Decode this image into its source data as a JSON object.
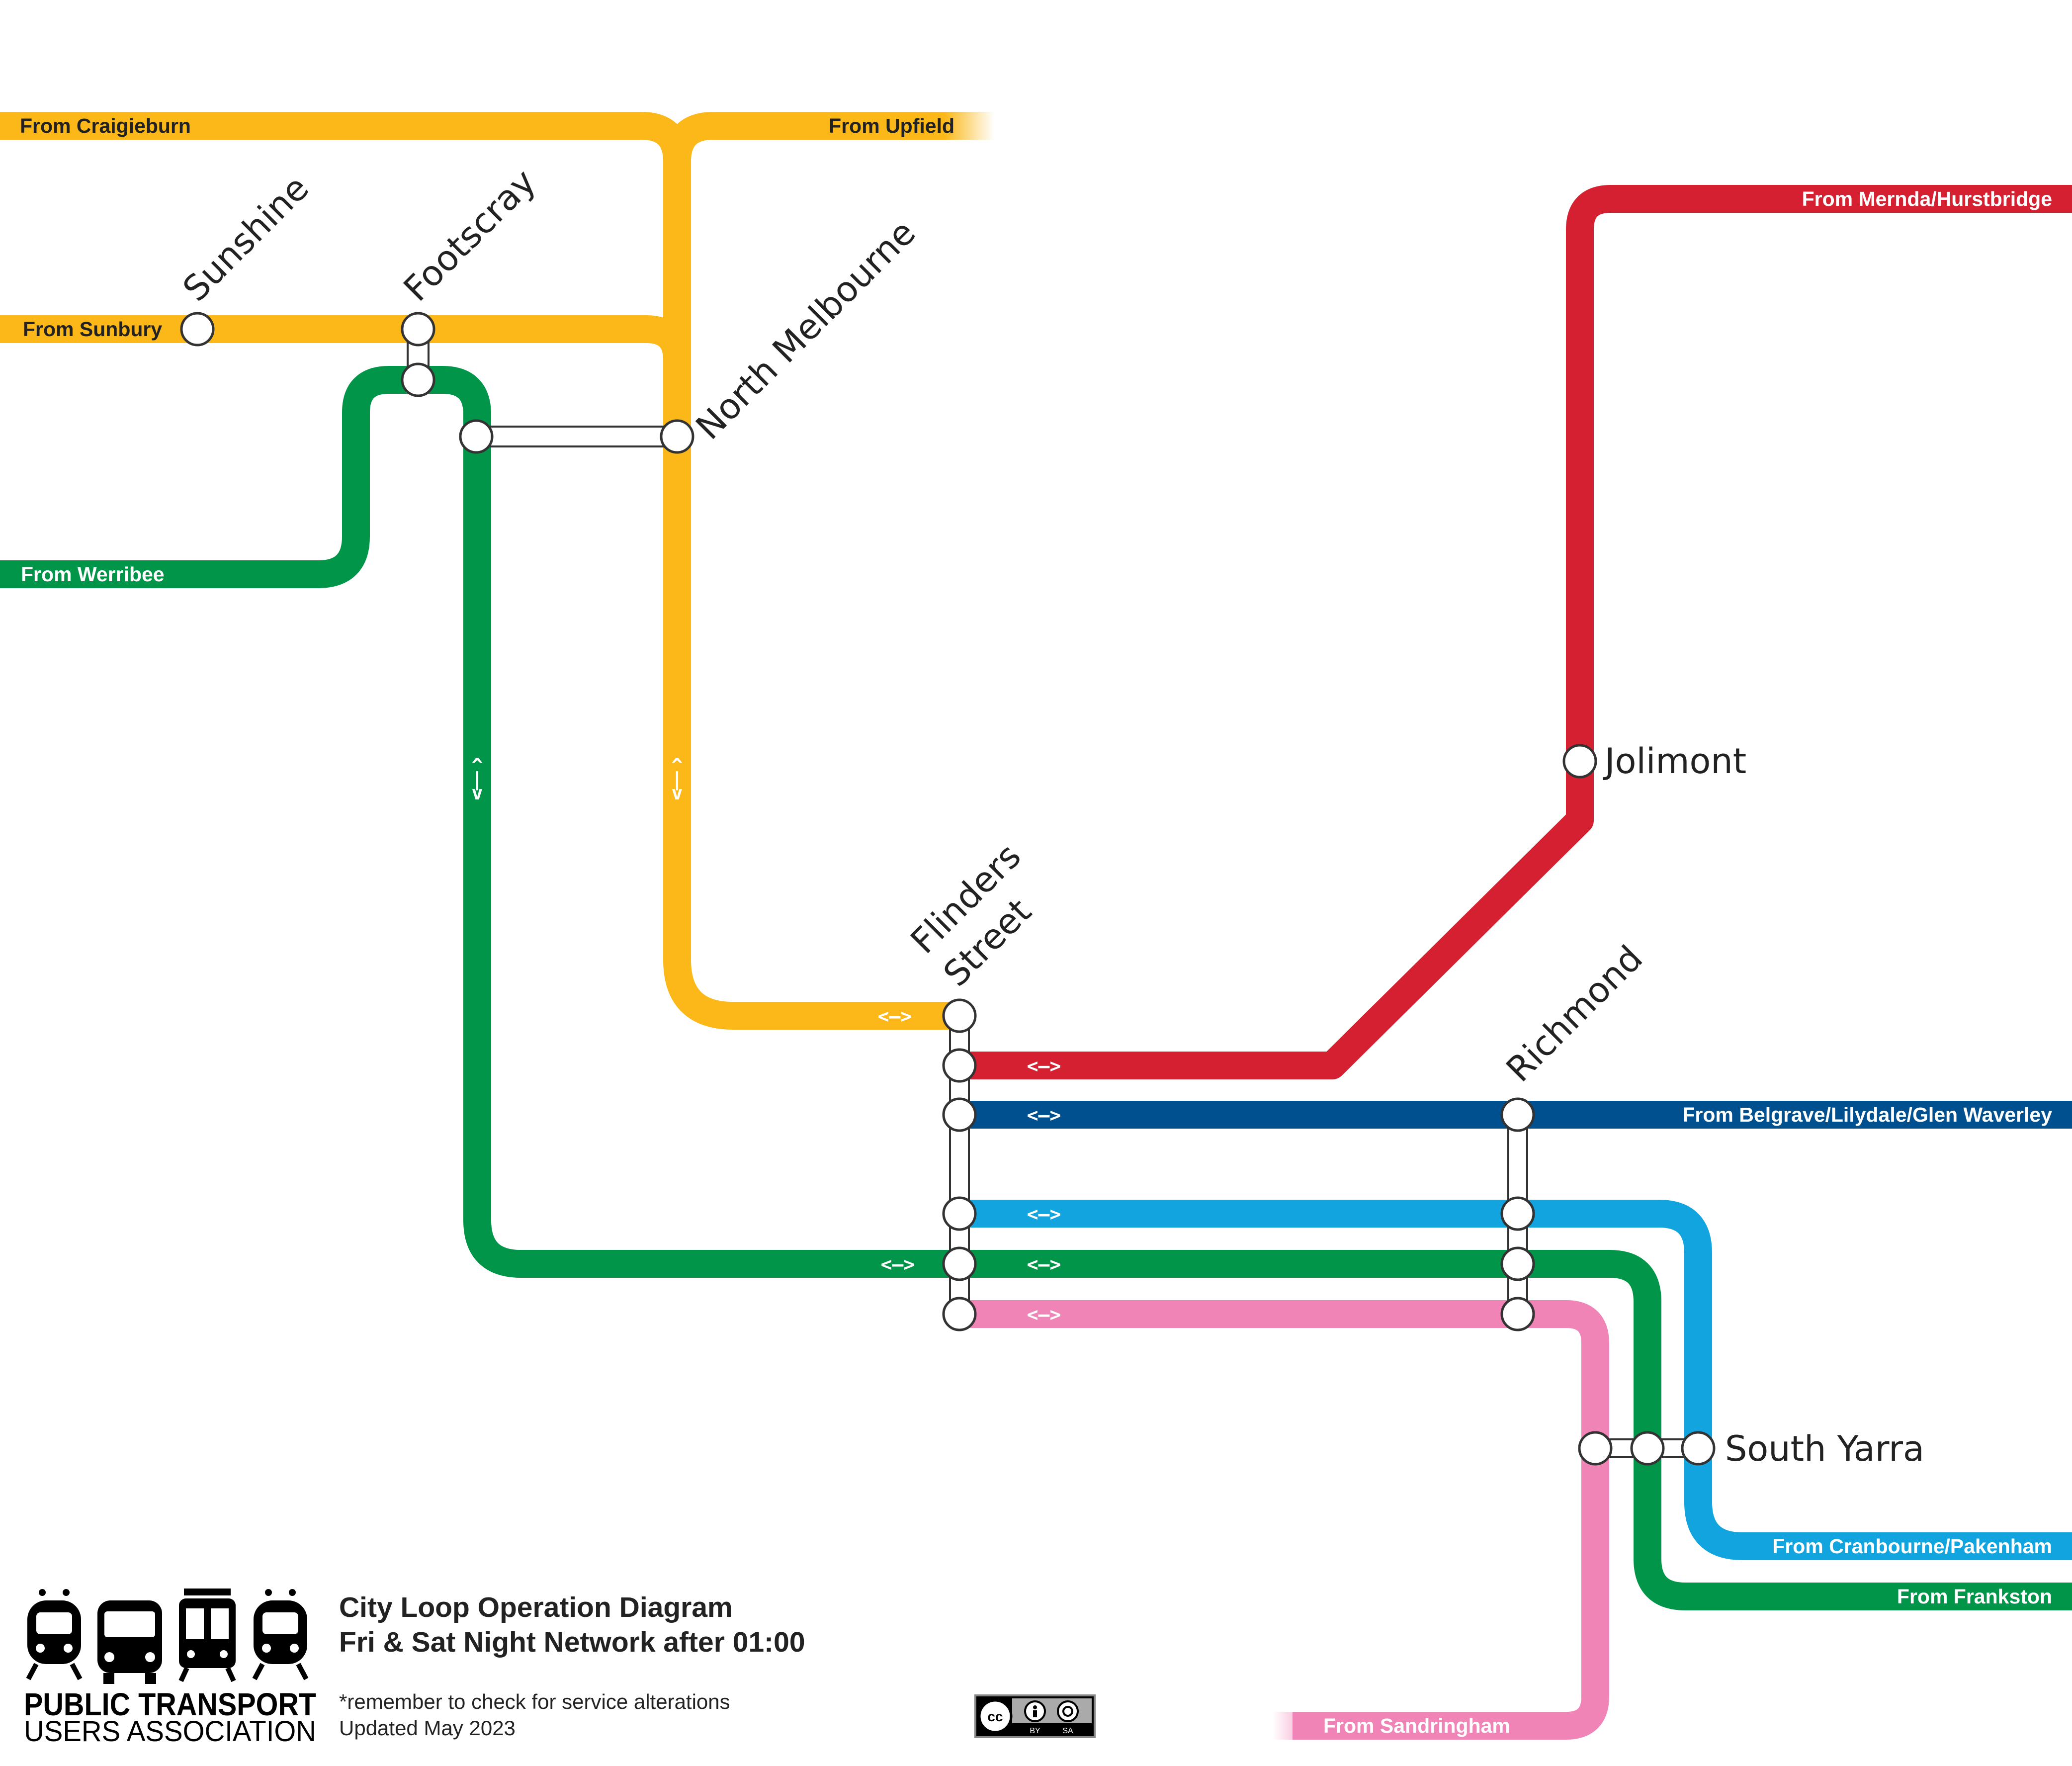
{
  "colors": {
    "yellow": "#FBB818",
    "green": "#009548",
    "red": "#D42030",
    "dark_blue": "#00508F",
    "light_blue": "#12A4DE",
    "pink": "#F084B6"
  },
  "lines": {
    "craigieburn": "From Craigieburn",
    "upfield": "From Upfield",
    "sunbury": "From Sunbury",
    "werribee": "From Werribee",
    "mernda_hurstbridge": "From Mernda/Hurstbridge",
    "belgrave_lilydale_glen": "From Belgrave/Lilydale/Glen Waverley",
    "cranbourne_pakenham": "From Cranbourne/Pakenham",
    "frankston": "From Frankston",
    "sandringham": "From Sandringham"
  },
  "stations": {
    "sunshine": "Sunshine",
    "footscray": "Footscray",
    "north_melbourne": "North Melbourne",
    "flinders_line1": "Flinders",
    "flinders_line2": "Street",
    "jolimont": "Jolimont",
    "richmond": "Richmond",
    "south_yarra": "South Yarra"
  },
  "direction_symbols": {
    "horizontal": "<–>",
    "vertical_up": "^",
    "vertical_bar": "|",
    "vertical_down": "v"
  },
  "footer": {
    "org_line1": "PUBLIC TRANSPORT",
    "org_line2": "USERS ASSOCIATION",
    "title_line1": "City Loop Operation Diagram",
    "title_line2": "Fri & Sat Night Network after 01:00",
    "note": "*remember to check for service alterations",
    "updated": "Updated May 2023",
    "license_cc": "cc",
    "license_by": "BY",
    "license_sa": "SA"
  }
}
